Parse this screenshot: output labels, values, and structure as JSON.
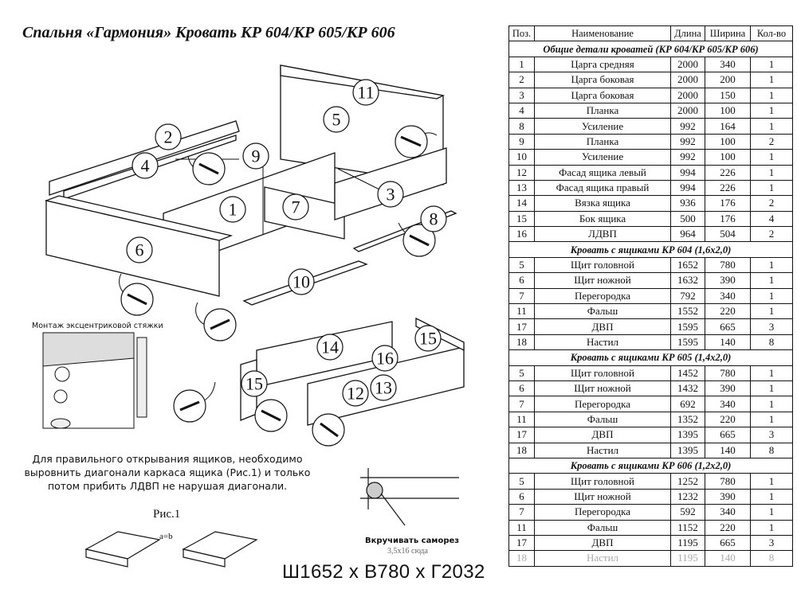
{
  "title": "Спальня «Гармония» Кровать КР 604/КР 605/КР 606",
  "table": {
    "headers": [
      "Поз.",
      "Наименование",
      "Длина",
      "Ширина",
      "Кол-во"
    ],
    "sections": [
      {
        "title": "Общие детали кроватей (КР 604/КР 605/КР 606)",
        "rows": [
          [
            "1",
            "Царга средняя",
            "2000",
            "340",
            "1"
          ],
          [
            "2",
            "Царга боковая",
            "2000",
            "200",
            "1"
          ],
          [
            "3",
            "Царга боковая",
            "2000",
            "150",
            "1"
          ],
          [
            "4",
            "Планка",
            "2000",
            "100",
            "1"
          ],
          [
            "8",
            "Усиление",
            "992",
            "164",
            "1"
          ],
          [
            "9",
            "Планка",
            "992",
            "100",
            "2"
          ],
          [
            "10",
            "Усиление",
            "992",
            "100",
            "1"
          ],
          [
            "12",
            "Фасад ящика левый",
            "994",
            "226",
            "1"
          ],
          [
            "13",
            "Фасад ящика правый",
            "994",
            "226",
            "1"
          ],
          [
            "14",
            "Вязка ящика",
            "936",
            "176",
            "2"
          ],
          [
            "15",
            "Бок ящика",
            "500",
            "176",
            "4"
          ],
          [
            "16",
            "ЛДВП",
            "964",
            "504",
            "2"
          ]
        ]
      },
      {
        "title": "Кровать с ящиками КР 604 (1,6х2,0)",
        "rows": [
          [
            "5",
            "Щит головной",
            "1652",
            "780",
            "1"
          ],
          [
            "6",
            "Щит ножной",
            "1632",
            "390",
            "1"
          ],
          [
            "7",
            "Перегородка",
            "792",
            "340",
            "1"
          ],
          [
            "11",
            "Фальш",
            "1552",
            "220",
            "1"
          ],
          [
            "17",
            "ДВП",
            "1595",
            "665",
            "3"
          ],
          [
            "18",
            "Настил",
            "1595",
            "140",
            "8"
          ]
        ]
      },
      {
        "title": "Кровать с ящиками КР 605 (1,4х2,0)",
        "rows": [
          [
            "5",
            "Щит головной",
            "1452",
            "780",
            "1"
          ],
          [
            "6",
            "Щит ножной",
            "1432",
            "390",
            "1"
          ],
          [
            "7",
            "Перегородка",
            "692",
            "340",
            "1"
          ],
          [
            "11",
            "Фальш",
            "1352",
            "220",
            "1"
          ],
          [
            "17",
            "ДВП",
            "1395",
            "665",
            "3"
          ],
          [
            "18",
            "Настил",
            "1395",
            "140",
            "8"
          ]
        ]
      },
      {
        "title": "Кровать с ящиками КР 606 (1,2х2,0)",
        "rows": [
          [
            "5",
            "Щит головной",
            "1252",
            "780",
            "1"
          ],
          [
            "6",
            "Щит ножной",
            "1232",
            "390",
            "1"
          ],
          [
            "7",
            "Перегородка",
            "592",
            "340",
            "1"
          ],
          [
            "11",
            "Фальш",
            "1152",
            "220",
            "1"
          ],
          [
            "17",
            "ДВП",
            "1195",
            "665",
            "3"
          ],
          [
            "18",
            "Настил",
            "1195",
            "140",
            "8"
          ]
        ]
      }
    ]
  },
  "drawing": {
    "part_labels": [
      "11",
      "5",
      "2",
      "9",
      "4",
      "3",
      "1",
      "7",
      "8",
      "6",
      "10",
      "14",
      "15",
      "16",
      "15",
      "12",
      "13"
    ]
  },
  "inset_title": "Монтаж эксцентриковой стяжки",
  "note": "Для правильного открывания  ящиков, необходимо выровнить диагонали каркаса ящика (Рис.1) и только потом прибить ЛДВП не нарушая диагонали.",
  "figure_label": "Рис.1",
  "figure_eq": "a=b",
  "hint_title": "Вкручивать саморез",
  "hint_sub": "3,5х16 сюда",
  "caption": "Ш1652 х В780 х Г2032"
}
